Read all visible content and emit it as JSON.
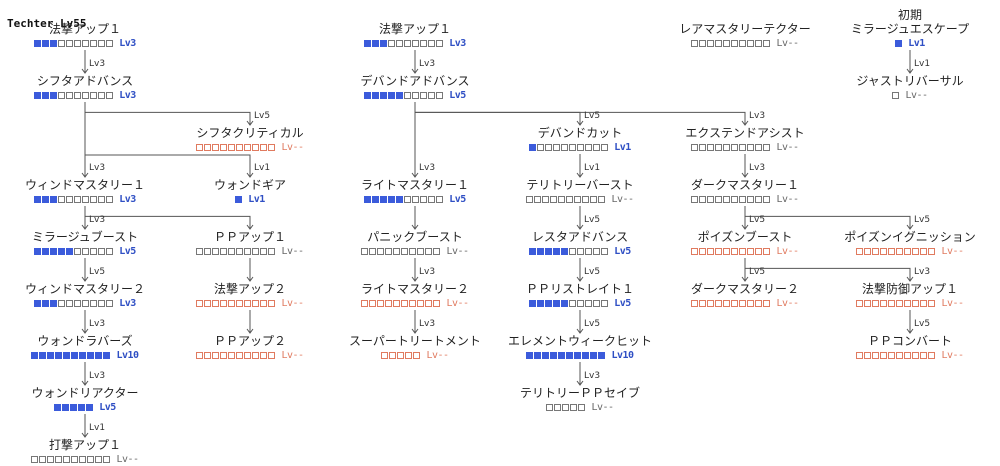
{
  "page": {
    "title": "Techter Lv55"
  },
  "colors": {
    "learned": "#3b5bdb",
    "locked": "#e07a5f",
    "available": "#777777",
    "wire": "#555555"
  },
  "skills": [
    {
      "id": "kahou1",
      "name": "法撃アップ１",
      "col": 0,
      "row": 0,
      "max": 10,
      "lv": 3,
      "state": "learned"
    },
    {
      "id": "siftadv",
      "name": "シフタアドバンス",
      "col": 0,
      "row": 1,
      "max": 10,
      "lv": 3,
      "state": "learned"
    },
    {
      "id": "siftcrit",
      "name": "シフタクリティカル",
      "col": 1,
      "row": 2,
      "max": 10,
      "lv": 0,
      "state": "locked"
    },
    {
      "id": "windmastery1",
      "name": "ウィンドマスタリー１",
      "col": 0,
      "row": 3,
      "max": 10,
      "lv": 3,
      "state": "learned"
    },
    {
      "id": "wandgear",
      "name": "ウォンドギア",
      "col": 1,
      "row": 3,
      "max": 1,
      "lv": 1,
      "state": "learned"
    },
    {
      "id": "mirageblast",
      "name": "ミラージュブースト",
      "col": 0,
      "row": 4,
      "max": 10,
      "lv": 5,
      "state": "learned"
    },
    {
      "id": "ppup1",
      "name": "ＰＰアップ１",
      "col": 1,
      "row": 4,
      "max": 10,
      "lv": 0,
      "state": "available"
    },
    {
      "id": "windmastery2",
      "name": "ウィンドマスタリー２",
      "col": 0,
      "row": 5,
      "max": 10,
      "lv": 3,
      "state": "learned"
    },
    {
      "id": "kahou2",
      "name": "法撃アップ２",
      "col": 1,
      "row": 5,
      "max": 10,
      "lv": 0,
      "state": "locked"
    },
    {
      "id": "wandlovers",
      "name": "ウォンドラバーズ",
      "col": 0,
      "row": 6,
      "max": 10,
      "lv": 10,
      "state": "learned"
    },
    {
      "id": "ppup2",
      "name": "ＰＰアップ２",
      "col": 1,
      "row": 6,
      "max": 10,
      "lv": 0,
      "state": "locked"
    },
    {
      "id": "wandreactor",
      "name": "ウォンドリアクター",
      "col": 0,
      "row": 7,
      "max": 5,
      "lv": 5,
      "state": "learned"
    },
    {
      "id": "dageki1",
      "name": "打撃アップ１",
      "col": 0,
      "row": 8,
      "max": 10,
      "lv": 0,
      "state": "available"
    },
    {
      "id": "kahou1b",
      "name": "法撃アップ１",
      "col": 2,
      "row": 0,
      "max": 10,
      "lv": 3,
      "state": "learned"
    },
    {
      "id": "debandadv",
      "name": "デバンドアドバンス",
      "col": 2,
      "row": 1,
      "max": 10,
      "lv": 5,
      "state": "learned"
    },
    {
      "id": "lightmastery1",
      "name": "ライトマスタリー１",
      "col": 2,
      "row": 3,
      "max": 10,
      "lv": 5,
      "state": "learned"
    },
    {
      "id": "panicboost",
      "name": "パニックブースト",
      "col": 2,
      "row": 4,
      "max": 10,
      "lv": 0,
      "state": "available"
    },
    {
      "id": "lightmastery2",
      "name": "ライトマスタリー２",
      "col": 2,
      "row": 5,
      "max": 10,
      "lv": 0,
      "state": "locked"
    },
    {
      "id": "supertreat",
      "name": "スーパートリートメント",
      "col": 2,
      "row": 6,
      "max": 5,
      "lv": 0,
      "state": "locked"
    },
    {
      "id": "debandcut",
      "name": "デバンドカット",
      "col": 3,
      "row": 2,
      "max": 10,
      "lv": 1,
      "state": "learned"
    },
    {
      "id": "terriburst",
      "name": "テリトリーバースト",
      "col": 3,
      "row": 3,
      "max": 10,
      "lv": 0,
      "state": "available"
    },
    {
      "id": "restaadv",
      "name": "レスタアドバンス",
      "col": 3,
      "row": 4,
      "max": 10,
      "lv": 5,
      "state": "learned"
    },
    {
      "id": "ppstrait1",
      "name": "ＰＰリストレイト１",
      "col": 3,
      "row": 5,
      "max": 10,
      "lv": 5,
      "state": "learned"
    },
    {
      "id": "elementweak",
      "name": "エレメントウィークヒット",
      "col": 3,
      "row": 6,
      "max": 10,
      "lv": 10,
      "state": "learned"
    },
    {
      "id": "terrippsave",
      "name": "テリトリーＰＰセイブ",
      "col": 3,
      "row": 7,
      "max": 5,
      "lv": 0,
      "state": "available"
    },
    {
      "id": "raremastery",
      "name": "レアマスタリーテクター",
      "col": 4,
      "row": 0,
      "max": 10,
      "lv": 0,
      "state": "available"
    },
    {
      "id": "extendassist",
      "name": "エクステンドアシスト",
      "col": 4,
      "row": 2,
      "max": 10,
      "lv": 0,
      "state": "available"
    },
    {
      "id": "darkmastery1",
      "name": "ダークマスタリー１",
      "col": 4,
      "row": 3,
      "max": 10,
      "lv": 0,
      "state": "available"
    },
    {
      "id": "poisonboost",
      "name": "ポイズンブースト",
      "col": 4,
      "row": 4,
      "max": 10,
      "lv": 0,
      "state": "locked"
    },
    {
      "id": "darkmastery2",
      "name": "ダークマスタリー２",
      "col": 4,
      "row": 5,
      "max": 10,
      "lv": 0,
      "state": "locked"
    },
    {
      "id": "mirageescape",
      "name": "初期|ミラージュエスケープ",
      "col": 5,
      "row": 0,
      "max": 1,
      "lv": 1,
      "state": "learned"
    },
    {
      "id": "justreversal",
      "name": "ジャストリバーサル",
      "col": 5,
      "row": 1,
      "max": 1,
      "lv": 0,
      "state": "available"
    },
    {
      "id": "poisonignition",
      "name": "ポイズンイグニッション",
      "col": 5,
      "row": 4,
      "max": 10,
      "lv": 0,
      "state": "locked"
    },
    {
      "id": "kahoubougyo1",
      "name": "法撃防御アップ１",
      "col": 5,
      "row": 5,
      "max": 10,
      "lv": 0,
      "state": "locked"
    },
    {
      "id": "ppconvert",
      "name": "ＰＰコンバート",
      "col": 5,
      "row": 6,
      "max": 10,
      "lv": 0,
      "state": "locked"
    }
  ],
  "labels": {
    "lv_empty": "Lv--",
    "lv_prefix": "Lv"
  },
  "requirements": [
    {
      "from": "kahou1",
      "to": "siftadv",
      "req": "Lv3"
    },
    {
      "from": "siftadv",
      "to": "siftcrit",
      "req": "Lv5"
    },
    {
      "from": "siftadv",
      "to": "windmastery1",
      "req": "Lv3"
    },
    {
      "from": "siftadv",
      "to": "wandgear",
      "req": "Lv1"
    },
    {
      "from": "windmastery1",
      "to": "mirageblast",
      "req": "Lv3"
    },
    {
      "from": "windmastery1",
      "to": "ppup1",
      "req": ""
    },
    {
      "from": "mirageblast",
      "to": "windmastery2",
      "req": "Lv5"
    },
    {
      "from": "ppup1",
      "to": "kahou2",
      "req": ""
    },
    {
      "from": "windmastery2",
      "to": "wandlovers",
      "req": "Lv3"
    },
    {
      "from": "kahou2",
      "to": "ppup2",
      "req": ""
    },
    {
      "from": "wandlovers",
      "to": "wandreactor",
      "req": "Lv3"
    },
    {
      "from": "wandreactor",
      "to": "dageki1",
      "req": "Lv1"
    },
    {
      "from": "kahou1b",
      "to": "debandadv",
      "req": "Lv3"
    },
    {
      "from": "debandadv",
      "to": "lightmastery1",
      "req": "Lv3"
    },
    {
      "from": "debandadv",
      "to": "debandcut",
      "req": "Lv5"
    },
    {
      "from": "debandadv",
      "to": "extendassist",
      "req": "Lv3"
    },
    {
      "from": "lightmastery1",
      "to": "panicboost",
      "req": ""
    },
    {
      "from": "panicboost",
      "to": "lightmastery2",
      "req": "Lv3"
    },
    {
      "from": "lightmastery2",
      "to": "supertreat",
      "req": "Lv3"
    },
    {
      "from": "debandcut",
      "to": "terriburst",
      "req": "Lv1"
    },
    {
      "from": "terriburst",
      "to": "restaadv",
      "req": "Lv5"
    },
    {
      "from": "restaadv",
      "to": "ppstrait1",
      "req": "Lv5"
    },
    {
      "from": "ppstrait1",
      "to": "elementweak",
      "req": "Lv5"
    },
    {
      "from": "elementweak",
      "to": "terrippsave",
      "req": "Lv3"
    },
    {
      "from": "extendassist",
      "to": "darkmastery1",
      "req": "Lv3"
    },
    {
      "from": "darkmastery1",
      "to": "poisonboost",
      "req": "Lv5"
    },
    {
      "from": "darkmastery1",
      "to": "poisonignition",
      "req": "Lv5"
    },
    {
      "from": "poisonboost",
      "to": "darkmastery2",
      "req": "Lv5"
    },
    {
      "from": "poisonboost",
      "to": "kahoubougyo1",
      "req": "Lv3"
    },
    {
      "from": "kahoubougyo1",
      "to": "ppconvert",
      "req": "Lv5"
    },
    {
      "from": "mirageescape",
      "to": "justreversal",
      "req": "Lv1"
    }
  ]
}
